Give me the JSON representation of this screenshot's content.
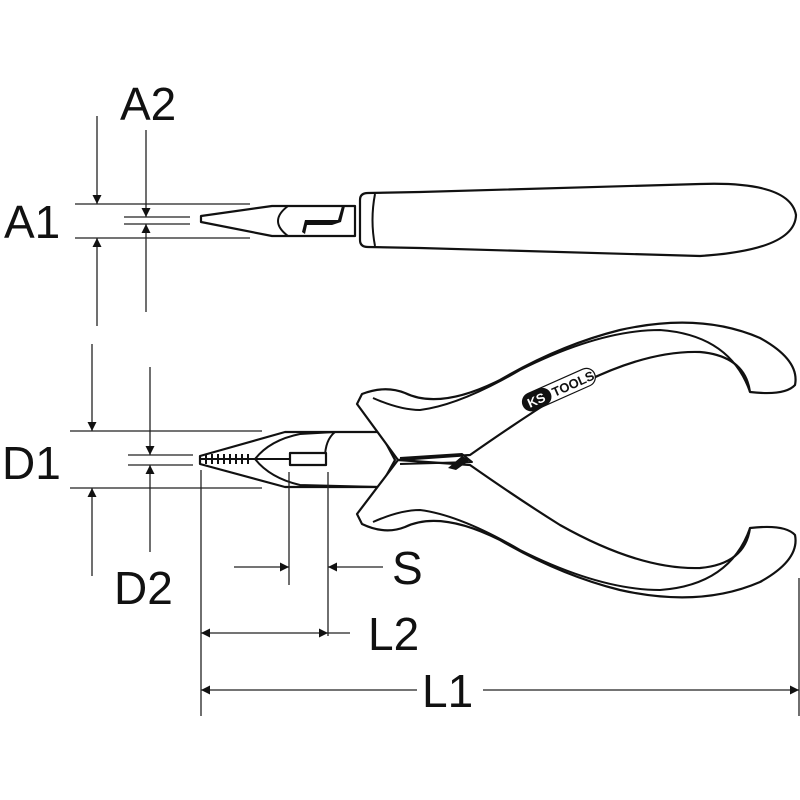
{
  "diagram": {
    "subject": "mini needle-nose pliers technical dimension drawing",
    "brand_logo": {
      "ks": "KS",
      "tools": "TOOLS"
    },
    "dimension_labels": {
      "a1": "A1",
      "a2": "A2",
      "d1": "D1",
      "d2": "D2",
      "s": "S",
      "l1": "L1",
      "l2": "L2"
    },
    "views": [
      "side view (top)",
      "top view (bottom)"
    ],
    "colors": {
      "line": "#111111",
      "background": "#ffffff"
    }
  }
}
